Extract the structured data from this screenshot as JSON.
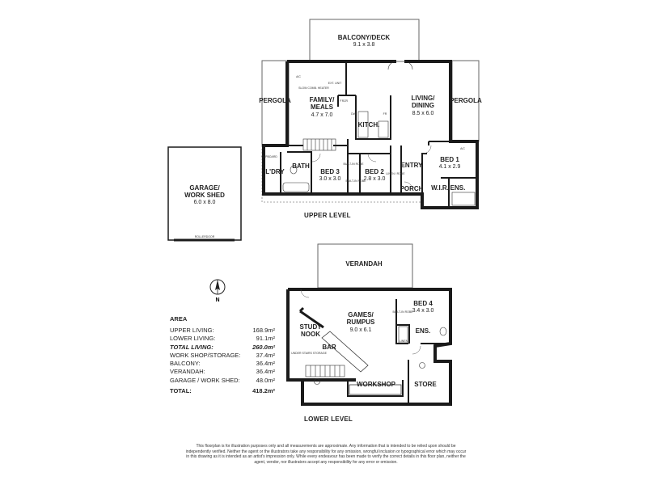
{
  "upper_level": {
    "title": "UPPER LEVEL",
    "rooms": [
      {
        "name": "BALCONY/DECK",
        "dims": "9.1 x 3.8"
      },
      {
        "name": "PERGOLA"
      },
      {
        "name": "PERGOLA"
      },
      {
        "name": "FAMILY/",
        "name2": "MEALS",
        "dims": "4.7 x 7.0"
      },
      {
        "name": "LIVING/",
        "name2": "DINING",
        "dims": "8.5 x 6.0"
      },
      {
        "name": "KITCH."
      },
      {
        "name": "L'DRY"
      },
      {
        "name": "BATH"
      },
      {
        "name": "BED 3",
        "dims": "3.0 x 3.0"
      },
      {
        "name": "BED 2",
        "dims": "2.8 x 3.0"
      },
      {
        "name": "ENTRY"
      },
      {
        "name": "BED 1",
        "dims": "4.1 x 2.9"
      },
      {
        "name": "PORCH"
      },
      {
        "name": "W.I.R."
      },
      {
        "name": "ENS."
      }
    ],
    "small_labels": [
      "A/C",
      "SLOW COMB. HEATER",
      "EXT. UNIT",
      "F'RZR",
      "DW",
      "FR",
      "CUPBOARD",
      "BUILT-IN ROBE",
      "BUILT-IN ROBE",
      "LINEN / ROBE",
      "A/C"
    ]
  },
  "garage": {
    "name": "GARAGE/",
    "name2": "WORK SHED",
    "dims": "6.0 x 8.0",
    "door": "ROLLERDOOR"
  },
  "lower_level": {
    "title": "LOWER LEVEL",
    "rooms": [
      {
        "name": "VERANDAH"
      },
      {
        "name": "GAMES/",
        "name2": "RUMPUS",
        "dims": "9.0 x 6.1"
      },
      {
        "name": "BED 4",
        "dims": "3.4 x 3.0"
      },
      {
        "name": "STUDY",
        "name2": "NOOK"
      },
      {
        "name": "BAR"
      },
      {
        "name": "ENS."
      },
      {
        "name": "WORKSHOP"
      },
      {
        "name": "STORE"
      }
    ],
    "small_labels": [
      "UNDER STAIRS STORAGE",
      "BUILT-IN ROBE",
      "LINEN"
    ]
  },
  "compass": {
    "letter": "N",
    "icon": "north-arrow-icon"
  },
  "area": {
    "heading": "AREA",
    "rows": [
      {
        "label": "UPPER LIVING:",
        "value": "168.9m²",
        "style": "normal"
      },
      {
        "label": "LOWER LIVING:",
        "value": "91.1m²",
        "style": "normal"
      },
      {
        "label": "TOTAL LIVING:",
        "value": "260.0m²",
        "style": "italic"
      },
      {
        "label": "WORK SHOP/STORAGE:",
        "value": "37.4m²",
        "style": "normal"
      },
      {
        "label": "BALCONY:",
        "value": "36.4m²",
        "style": "normal"
      },
      {
        "label": "VERANDAH:",
        "value": "36.4m²",
        "style": "normal"
      },
      {
        "label": "GARAGE / WORK SHED:",
        "value": "48.0m²",
        "style": "normal"
      }
    ],
    "total": {
      "label": "TOTAL:",
      "value": "418.2m²"
    }
  },
  "disclaimer": "This floorplan is for illustration purposes only and all measurements are approximate. Any information that is intended to be relied upon should be independently verified. Neither the agent or the illustrators take any responsibility for any omission, wrongful inclusion or typographical error which may occur in this drawing as it is intended as an artist's impression only. While every endeavour has been made to verify the correct details in this floor plan, neither the agent, vendor, nor illustrators accept any responsibility for any error or omission.",
  "colors": {
    "wall": "#1a1a1a",
    "outline": "#555555",
    "paper": "#ffffff"
  }
}
